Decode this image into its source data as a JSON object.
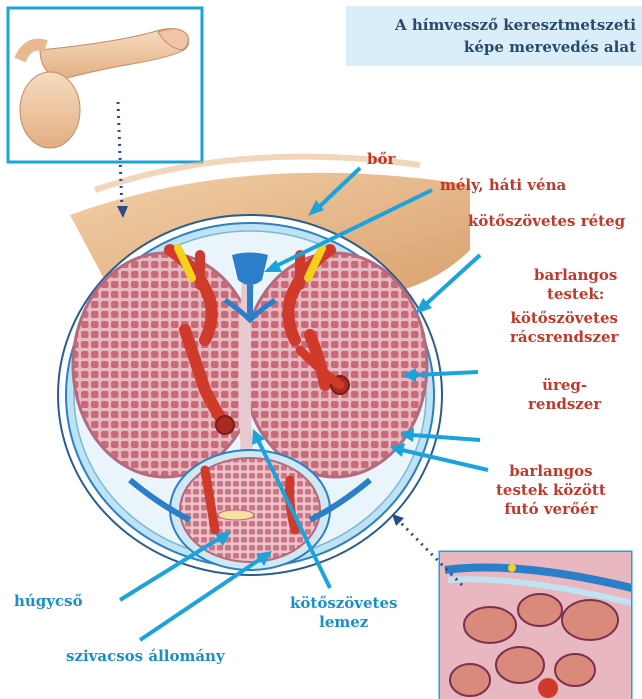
{
  "title": {
    "line1": "A hímvessző keresztmetszeti",
    "line2": "képe merevedés alat"
  },
  "labels": {
    "skin": "bőr",
    "deep_dorsal_vein": "mély, háti véna",
    "connective_layer": "kötőszövetes réteg",
    "cavernous_1": "barlangos",
    "cavernous_2": "testek:",
    "trabecular_1": "kötőszövetes",
    "trabecular_2": "rácsrendszer",
    "cavity_1": "üreg-",
    "cavity_2": "rendszer",
    "artery_1": "barlangos",
    "artery_2": "testek között",
    "artery_3": "futó verőér",
    "urethra": "húgycső",
    "septum_1": "kötőszövetes",
    "septum_2": "lemez",
    "spongy": "szivacsos állomány"
  },
  "colors": {
    "label_red": "#c0392b",
    "label_blue": "#1a8fc8",
    "arrow": "#1ba3dc",
    "title_bg": "#d9eef8",
    "tissue": "#c86a78",
    "artery": "#d03a2a",
    "vein": "#2a7fc8",
    "nerve": "#f2d21a"
  }
}
